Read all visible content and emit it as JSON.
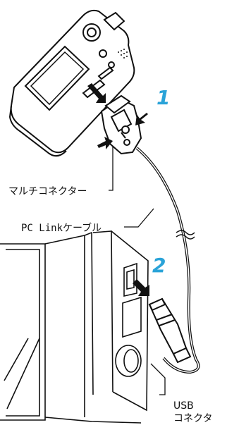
{
  "steps": {
    "step1": "1",
    "step2": "2"
  },
  "labels": {
    "multi_connector": "マルチコネクター",
    "pc_link_cable": "PC Linkケーブル",
    "usb_line1": "USB",
    "usb_line2": "コネクタ"
  },
  "colors": {
    "step_number": "#2aa3d8",
    "line": "#111111",
    "fill": "#ffffff"
  },
  "icons": [
    "camera-device",
    "multi-connector-plug",
    "usb-plug",
    "arrow-icon"
  ]
}
